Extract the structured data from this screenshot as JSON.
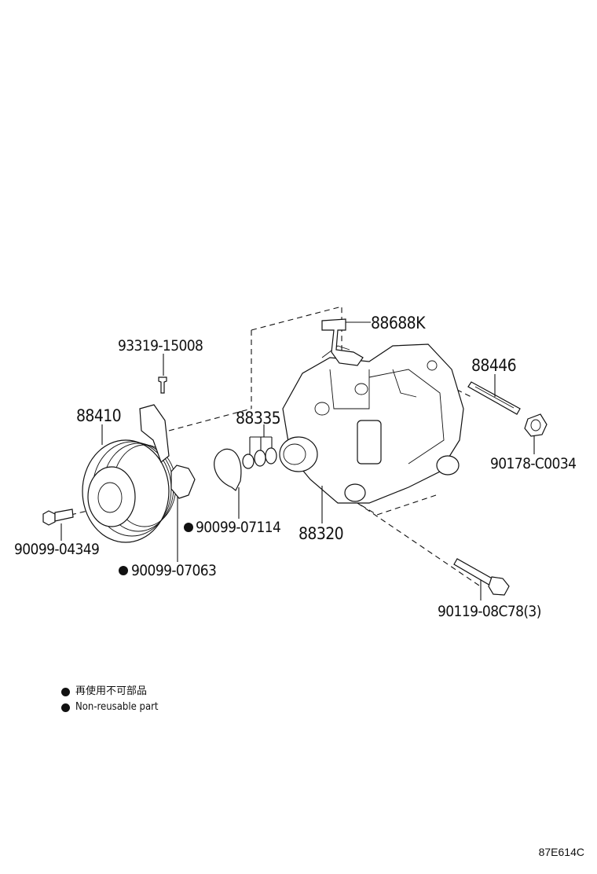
{
  "parts": {
    "p88688k": "88688K",
    "p93319": "93319-15008",
    "p88410": "88410",
    "p88335": "88335",
    "p88446": "88446",
    "p90178": "90178-C0034",
    "p90099_07114": "90099-07114",
    "p88320": "88320",
    "p90099_04349": "90099-04349",
    "p90099_07063": "90099-07063",
    "p90119": "90119-08C78(3)"
  },
  "legend": {
    "jp": "再使用不可部品",
    "en": "Non-reusable part"
  },
  "diagram_code": "87E614C"
}
